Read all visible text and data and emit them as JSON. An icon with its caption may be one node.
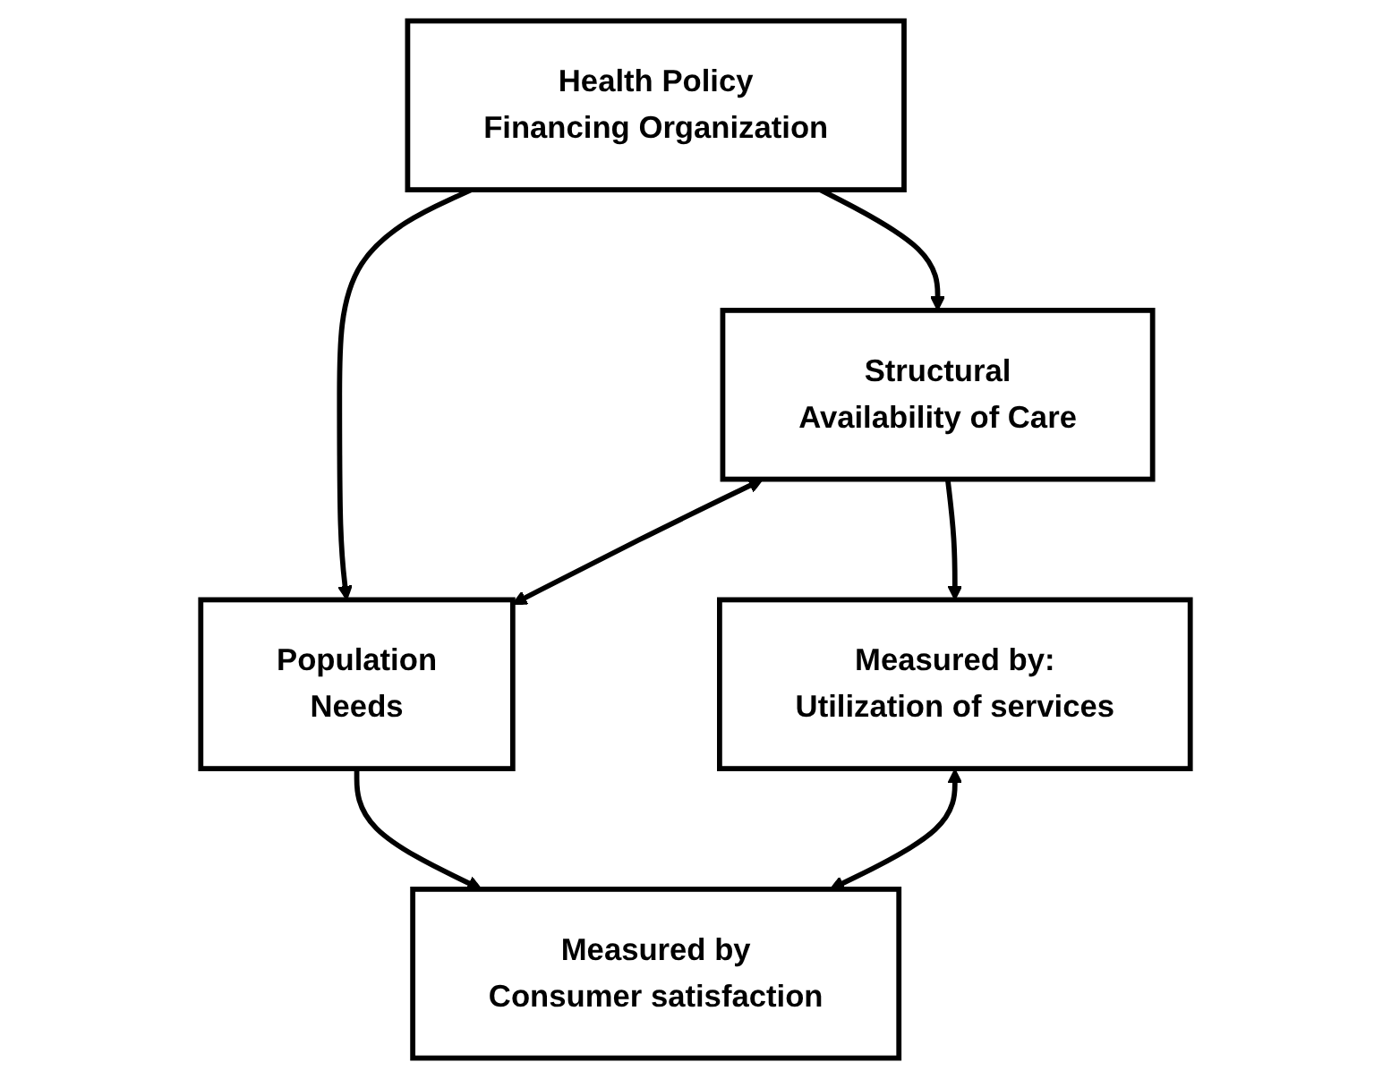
{
  "diagram": {
    "nodes": [
      {
        "text": [
          "Health Policy",
          "Financing Organization"
        ]
      },
      {
        "text": [
          "Structural",
          "Availability of Care"
        ]
      },
      {
        "text": [
          "Population",
          "Needs"
        ]
      },
      {
        "text": [
          "Measured by:",
          "Utilization of services"
        ]
      },
      {
        "text": [
          "Measured by",
          "Consumer satisfaction"
        ]
      }
    ],
    "edges": [
      {
        "from": 0,
        "to": 1,
        "arrow": "to"
      },
      {
        "from": 0,
        "to": 2,
        "arrow": "to"
      },
      {
        "from": 1,
        "to": 2,
        "arrow": "both"
      },
      {
        "from": 1,
        "to": 3,
        "arrow": "to"
      },
      {
        "from": 2,
        "to": 4,
        "arrow": "to"
      },
      {
        "from": 3,
        "to": 4,
        "arrow": "both"
      }
    ]
  }
}
